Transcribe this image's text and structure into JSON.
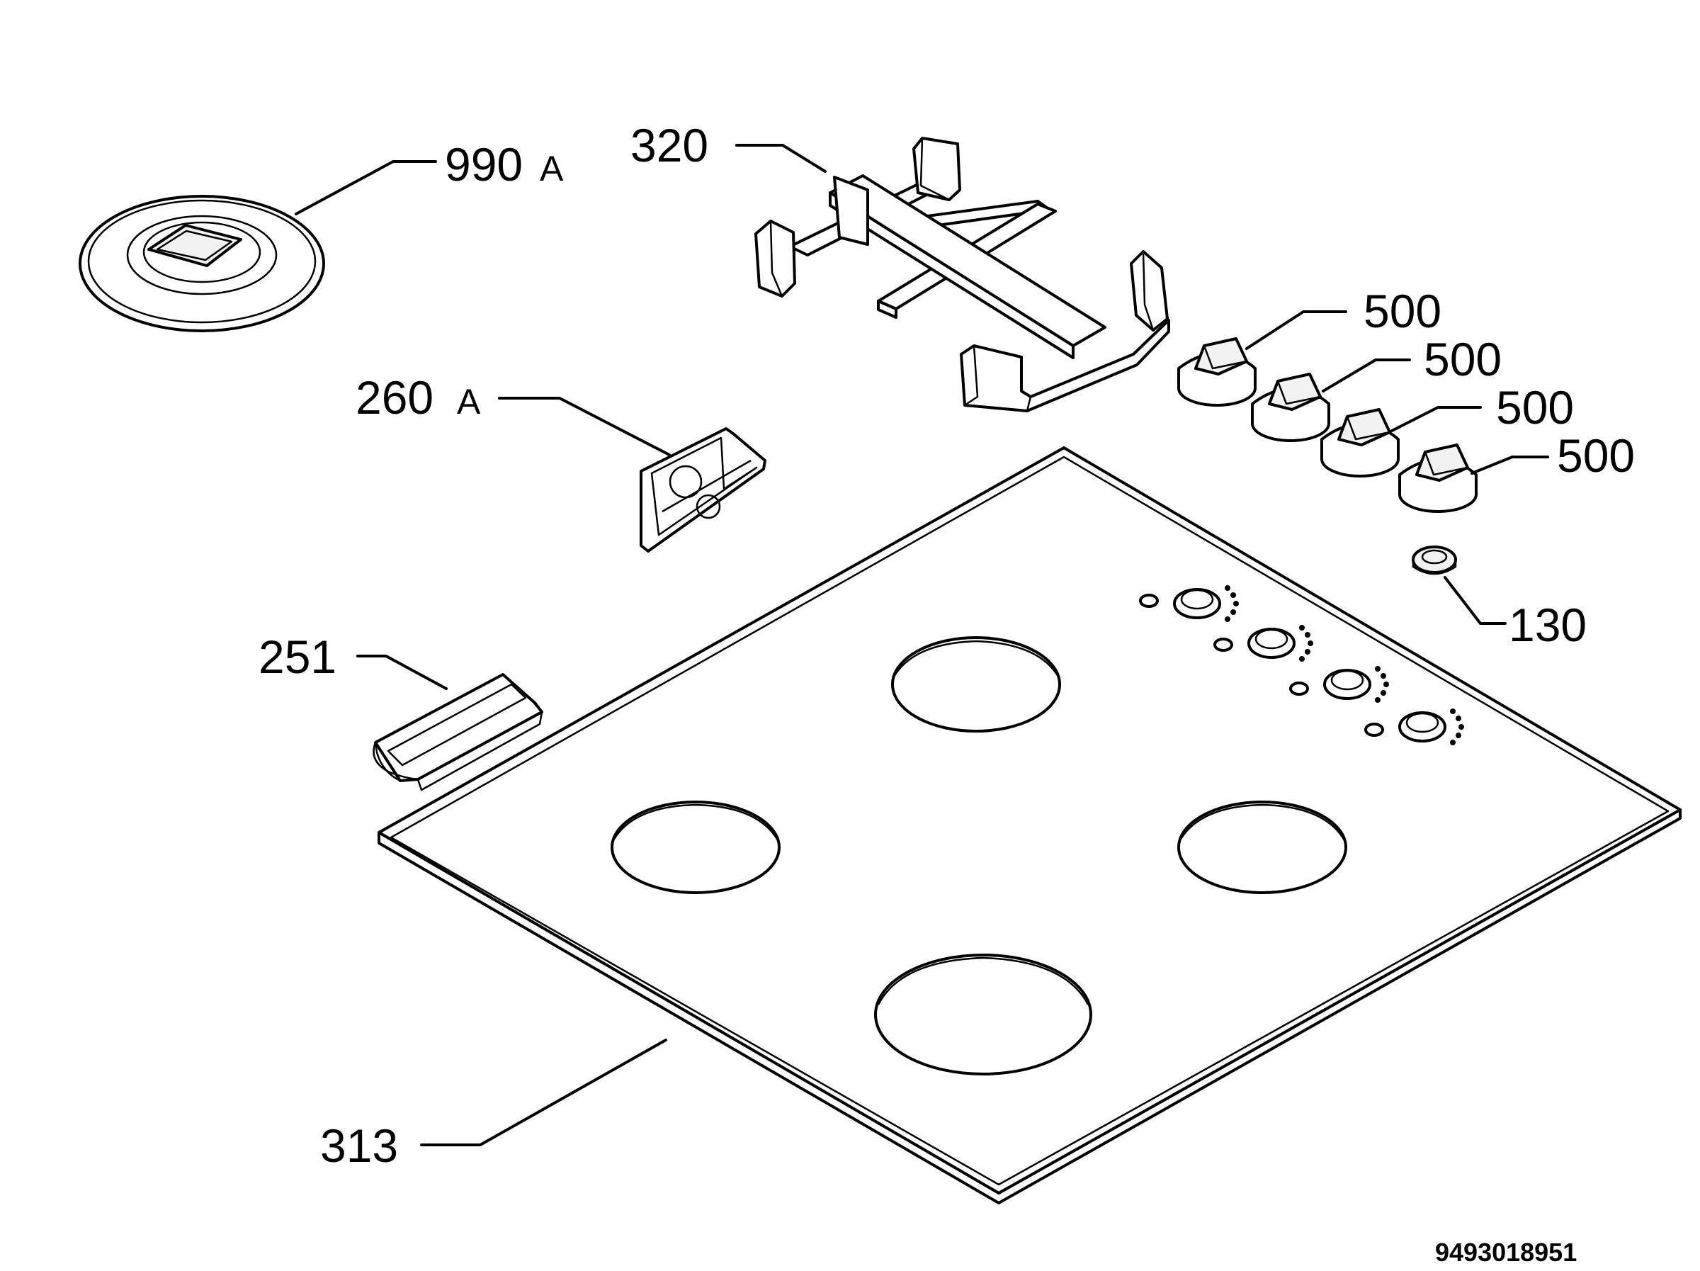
{
  "doc_number": "9493018951",
  "labels": {
    "p990": {
      "num": "990",
      "suffix": "A"
    },
    "p320": {
      "num": "320"
    },
    "p260": {
      "num": "260",
      "suffix": "A"
    },
    "p500a": {
      "num": "500"
    },
    "p500b": {
      "num": "500"
    },
    "p500c": {
      "num": "500"
    },
    "p500d": {
      "num": "500"
    },
    "p130": {
      "num": "130"
    },
    "p251": {
      "num": "251"
    },
    "p313": {
      "num": "313"
    }
  }
}
